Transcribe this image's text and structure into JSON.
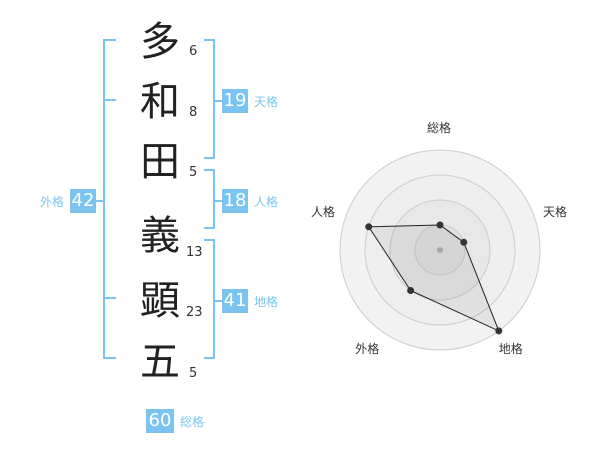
{
  "name": {
    "chars": [
      {
        "char": "多",
        "strokes": "6"
      },
      {
        "char": "和",
        "strokes": "8"
      },
      {
        "char": "田",
        "strokes": "5"
      },
      {
        "char": "義",
        "strokes": "13"
      },
      {
        "char": "顕",
        "strokes": "23"
      },
      {
        "char": "五",
        "strokes": "5"
      }
    ]
  },
  "groups": {
    "tenkaku": {
      "value": "19",
      "label": "天格"
    },
    "jinkaku": {
      "value": "18",
      "label": "人格"
    },
    "chikaku": {
      "value": "41",
      "label": "地格"
    },
    "gaikaku": {
      "value": "42",
      "label": "外格"
    },
    "soukaku": {
      "value": "60",
      "label": "総格"
    }
  },
  "chart_data": {
    "type": "radar",
    "axes": [
      "総格",
      "天格",
      "地格",
      "外格",
      "人格"
    ],
    "values": [
      1,
      1,
      4,
      2,
      3
    ],
    "rmax": 4,
    "rings": 4,
    "colors": {
      "ring": "#cccccc",
      "rings_fill": [
        "#f2f2f2",
        "#eeeeee",
        "#e8e8e8",
        "#e2e2e2"
      ],
      "polygon_stroke": "#222222",
      "polygon_fill": "rgba(0,0,0,0.06)",
      "point": "#333333",
      "center": "#aaaaaa"
    }
  },
  "colors": {
    "accent": "#7bc4f0",
    "text": "#222222"
  }
}
